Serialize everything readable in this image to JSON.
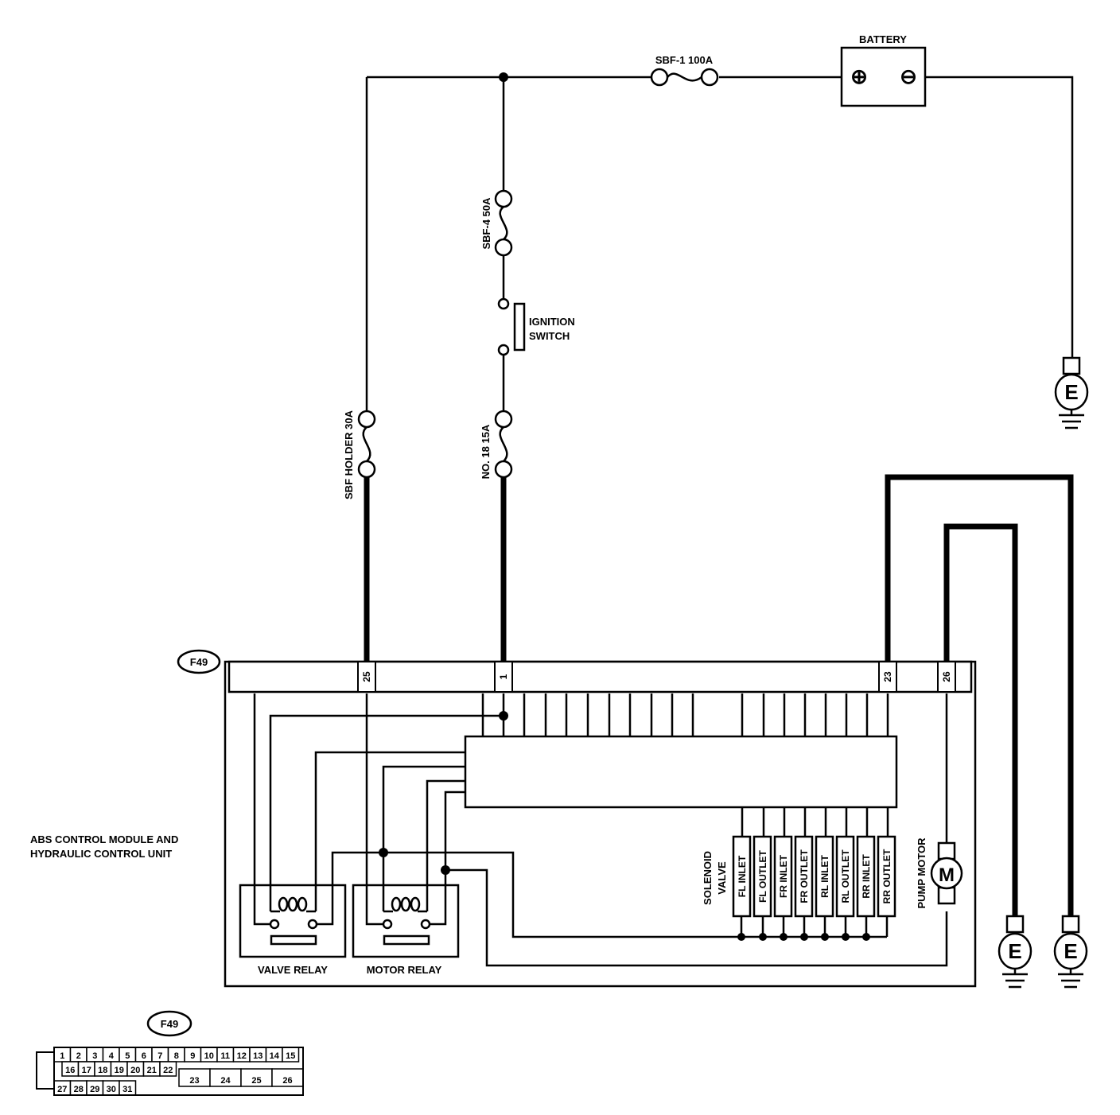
{
  "battery": {
    "label": "BATTERY",
    "plus": "⊕",
    "minus": "⊖"
  },
  "fuses": {
    "main": "SBF-1 100A",
    "sbf4": "SBF-4 50A",
    "holder": "SBF HOLDER 30A",
    "no18": "NO. 18 15A"
  },
  "ignition": {
    "line1": "IGNITION",
    "line2": "SWITCH"
  },
  "ground_label": "E",
  "connector": {
    "id": "F49",
    "pins_used": [
      "25",
      "1",
      "23",
      "26"
    ],
    "row1": [
      "1",
      "2",
      "3",
      "4",
      "5",
      "6",
      "7",
      "8",
      "9",
      "10",
      "11",
      "12",
      "13",
      "14",
      "15"
    ],
    "row2_left": [
      "16",
      "17",
      "18",
      "19",
      "20",
      "21",
      "22"
    ],
    "row2_right": [
      "23",
      "24",
      "25",
      "26"
    ],
    "row3": [
      "27",
      "28",
      "29",
      "30",
      "31"
    ]
  },
  "module": {
    "line1": "ABS CONTROL MODULE AND",
    "line2": "HYDRAULIC CONTROL UNIT"
  },
  "relays": {
    "valve": "VALVE RELAY",
    "motor": "MOTOR RELAY"
  },
  "solenoid": {
    "line1": "SOLENOID",
    "line2": "VALVE",
    "valves": [
      "FL INLET",
      "FL OUTLET",
      "FR INLET",
      "FR OUTLET",
      "RL INLET",
      "RL OUTLET",
      "RR INLET",
      "RR OUTLET"
    ]
  },
  "pump": {
    "label": "PUMP MOTOR",
    "symbol": "M"
  }
}
